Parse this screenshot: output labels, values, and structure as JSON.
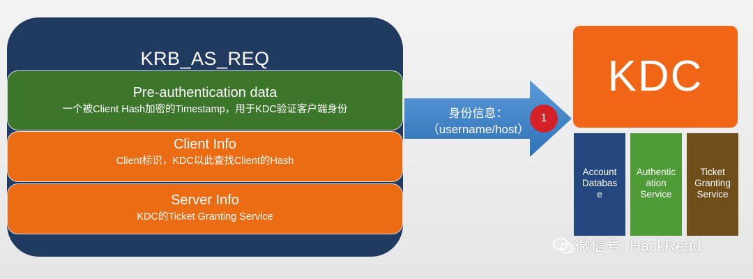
{
  "request": {
    "title": "KRB_AS_REQ",
    "preauth": {
      "heading": "Pre-authentication data",
      "detail": "一个被Client Hash加密的Timestamp，用于KDC验证客户端身份"
    },
    "client_info": {
      "heading": "Client Info",
      "detail": "Client标识，KDC以此查找Client的Hash"
    },
    "server_info": {
      "heading": "Server Info",
      "detail": "KDC的Ticket Granting Service"
    }
  },
  "arrow": {
    "line1": "身份信息：",
    "line2": "（username/host）",
    "step": "1"
  },
  "kdc": {
    "label": "KDC",
    "services": [
      {
        "lines": [
          "Account",
          "Databas",
          "e"
        ]
      },
      {
        "lines": [
          "Authentic",
          "ation",
          "Service"
        ]
      },
      {
        "lines": [
          "Ticket",
          "Granting",
          "Service"
        ]
      }
    ]
  },
  "watermark": "微信号: HackRead",
  "colors": {
    "panel": "#203a60",
    "green": "#3c762b",
    "orange": "#eb6c12",
    "arrow": "#3b80c6",
    "badge": "#d42127",
    "kdc": "#f06616",
    "account": "#23477e",
    "authentication": "#4e9b38",
    "tgs": "#6f4e1a"
  }
}
